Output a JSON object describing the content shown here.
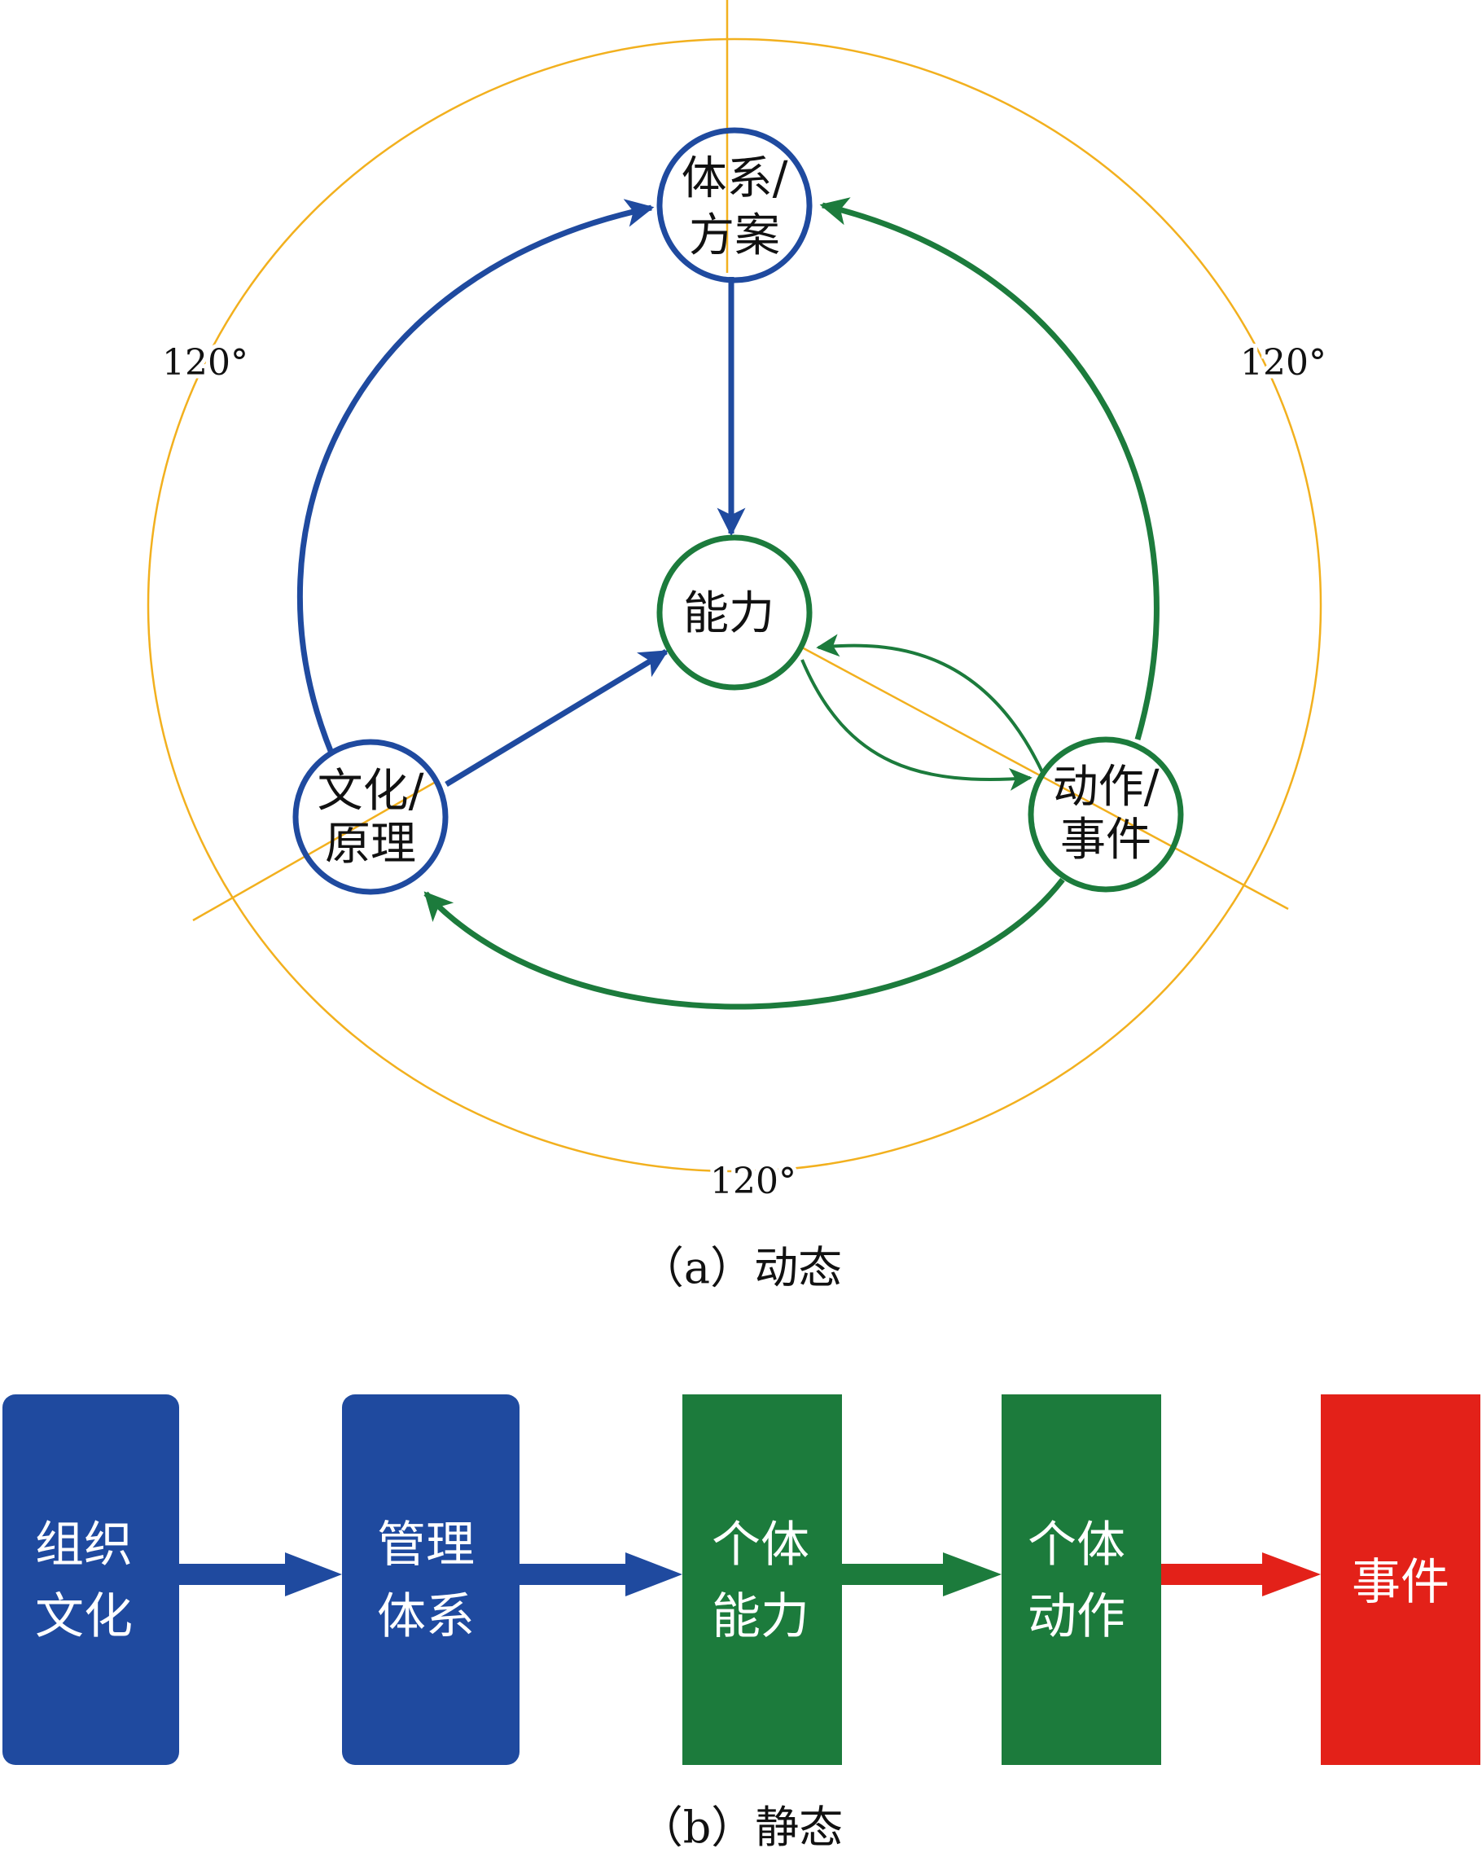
{
  "colors": {
    "blue": "#1f4a9f",
    "green": "#1c7b3c",
    "red": "#e32119",
    "orange": "#f2b01e",
    "text": "#111111",
    "box_text": "#ffffff"
  },
  "dynamic": {
    "nodes": {
      "system": [
        "体系/",
        "方案"
      ],
      "capability": [
        "能力"
      ],
      "culture": [
        "文化/",
        "原理"
      ],
      "action": [
        "动作/",
        "事件"
      ]
    },
    "angles": {
      "left": "120°",
      "right": "120°",
      "bottom": "120°"
    },
    "caption": "（a）动态"
  },
  "static": {
    "boxes": [
      {
        "lines": [
          "组织",
          "文化"
        ],
        "color": "blue"
      },
      {
        "lines": [
          "管理",
          "体系"
        ],
        "color": "blue"
      },
      {
        "lines": [
          "个体",
          "能力"
        ],
        "color": "green"
      },
      {
        "lines": [
          "个体",
          "动作"
        ],
        "color": "green"
      },
      {
        "lines": [
          "事件"
        ],
        "color": "red"
      }
    ],
    "arrows": [
      "blue",
      "blue",
      "green",
      "red"
    ],
    "caption": "（b）静态"
  }
}
